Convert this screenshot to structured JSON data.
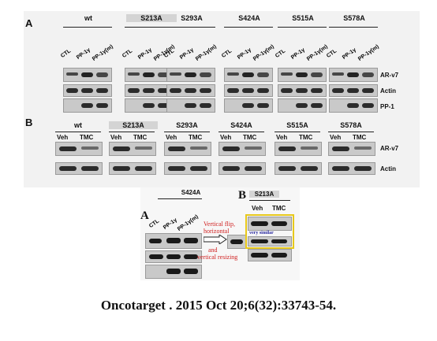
{
  "figure": {
    "panelA": {
      "letter": "A",
      "groups": [
        "wt",
        "S213A",
        "S293A",
        "S424A",
        "S515A",
        "S578A"
      ],
      "highlighted_group": "S213A",
      "lanes": [
        "CTL",
        "PP-1γ",
        "PP-1γ(m)"
      ],
      "rows": [
        "AR-v7",
        "Actin",
        "PP-1"
      ]
    },
    "panelB": {
      "letter": "B",
      "groups": [
        "wt",
        "S213A",
        "S293A",
        "S424A",
        "S515A",
        "S578A"
      ],
      "highlighted_group": "S213A",
      "conditions": [
        "Veh",
        "TMC"
      ],
      "rows": [
        "AR-v7",
        "Actin"
      ]
    },
    "comparison": {
      "left_letter": "A",
      "left_group": "S424A",
      "left_lanes": [
        "CTL",
        "PP-1γ",
        "PP-1γ(m)"
      ],
      "right_letter": "B",
      "right_group": "S213A",
      "right_conditions": [
        "Veh",
        "TMC"
      ],
      "annotation_line1": "Vertical flip,",
      "annotation_line2": "horizontal",
      "annotation_line3": "and",
      "annotation_line4": "vertical resizing",
      "similar_note": "very similar"
    }
  },
  "citation": "Oncotarget . 2015 Oct 20;6(32):33743-54.",
  "colors": {
    "highlight_box": "#e7c81b",
    "annotation": "#d02020",
    "panel_bg": "#f2f2f2"
  }
}
